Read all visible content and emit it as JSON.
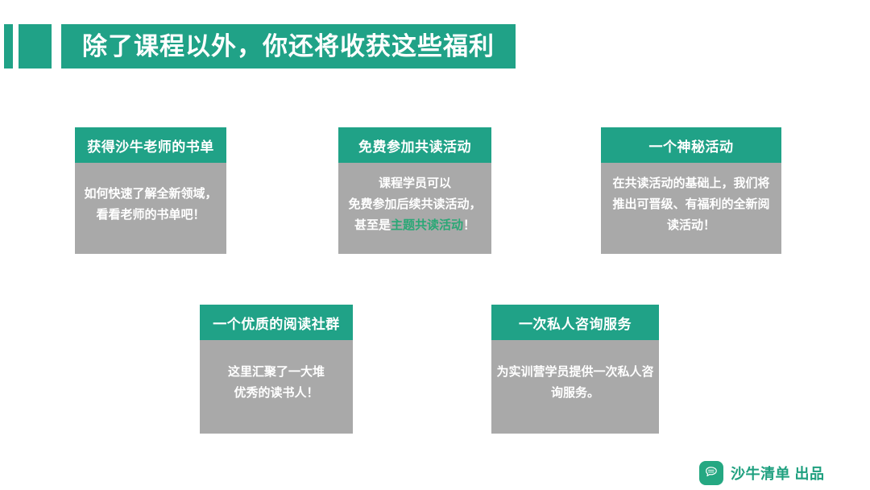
{
  "slide": {
    "title": "除了课程以外，你还将收获这些福利",
    "accent_color": "#20a287",
    "card_body_color": "#a9a9a9",
    "highlight_color": "#2aa876"
  },
  "cards": [
    {
      "header": "获得沙牛老师的书单",
      "lines": [
        {
          "text": "如何快速了解全新领域，"
        },
        {
          "text": "看看老师的书单吧！"
        }
      ]
    },
    {
      "header": "免费参加共读活动",
      "lines": [
        {
          "text": "课程学员可以"
        },
        {
          "text": "免费参加后续共读活动，"
        },
        {
          "pre": "甚至是",
          "highlight": "主题共读活动",
          "post": "！"
        }
      ]
    },
    {
      "header": "一个神秘活动",
      "lines": [
        {
          "text": "在共读活动的基础上，我们将"
        },
        {
          "text": "推出可晋级、有福利的全新阅"
        },
        {
          "text": "读活动！"
        }
      ]
    },
    {
      "header": "一个优质的阅读社群",
      "lines": [
        {
          "text": "这里汇聚了一大堆"
        },
        {
          "text": "优秀的读书人！"
        }
      ]
    },
    {
      "header": "一次私人咨询服务",
      "lines": [
        {
          "text": "为实训营学员提供一次私人咨"
        },
        {
          "text": "询服务。"
        }
      ]
    }
  ],
  "footer": {
    "brand": "沙牛清单 出品",
    "logo_icon": "speech-bubble-icon"
  }
}
